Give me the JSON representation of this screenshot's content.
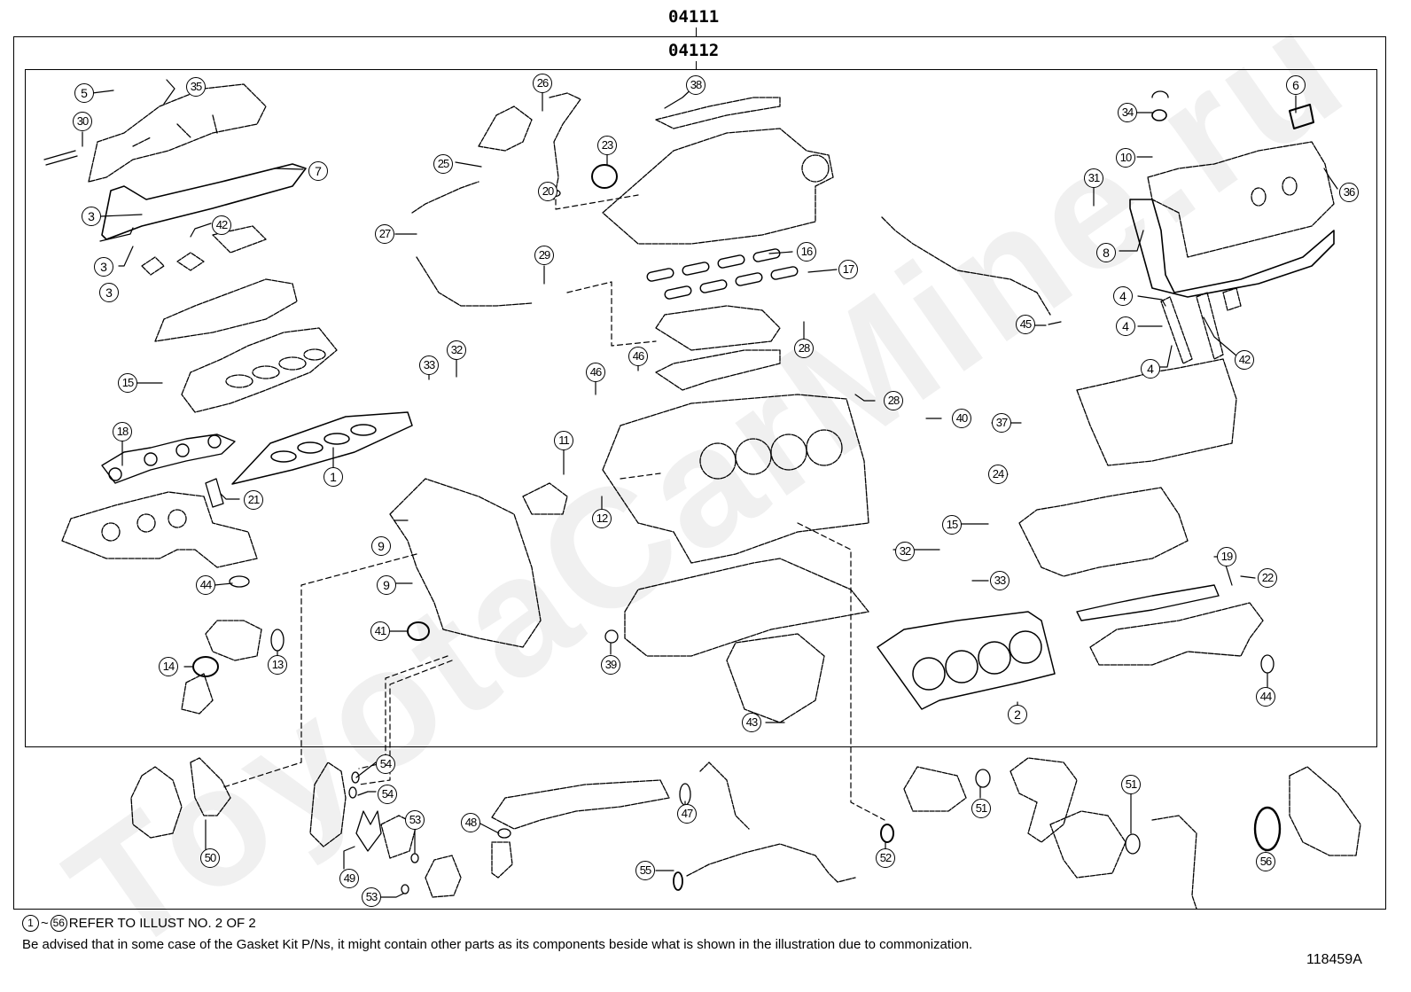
{
  "header": {
    "outer_part_code": "04111",
    "inner_part_code": "04112"
  },
  "watermark": "ToyotaCarMine.ru",
  "callouts": {
    "c1": "1",
    "c2": "2",
    "c3a": "3",
    "c3b": "3",
    "c3c": "3",
    "c4a": "4",
    "c4b": "4",
    "c4c": "4",
    "c5": "5",
    "c6": "6",
    "c7": "7",
    "c8": "8",
    "c9a": "9",
    "c9b": "9",
    "c10": "10",
    "c11": "11",
    "c12": "12",
    "c13": "13",
    "c14": "14",
    "c15a": "15",
    "c15b": "15",
    "c16": "16",
    "c17": "17",
    "c18": "18",
    "c19": "19",
    "c20": "20",
    "c21": "21",
    "c22": "22",
    "c23": "23",
    "c24": "24",
    "c25": "25",
    "c26": "26",
    "c27": "27",
    "c28a": "28",
    "c28b": "28",
    "c29": "29",
    "c30": "30",
    "c31": "31",
    "c32a": "32",
    "c32b": "32",
    "c33a": "33",
    "c33b": "33",
    "c34": "34",
    "c35": "35",
    "c36": "36",
    "c37": "37",
    "c38": "38",
    "c39": "39",
    "c40": "40",
    "c41": "41",
    "c42a": "42",
    "c42b": "42",
    "c43": "43",
    "c44a": "44",
    "c44b": "44",
    "c45": "45",
    "c46a": "46",
    "c46b": "46",
    "c47": "47",
    "c48": "48",
    "c49": "49",
    "c50": "50",
    "c51a": "51",
    "c51b": "51",
    "c52": "52",
    "c53a": "53",
    "c53b": "53",
    "c54a": "54",
    "c54b": "54",
    "c55": "55",
    "c56": "56"
  },
  "footer": {
    "range_start": "1",
    "range_sep": "~",
    "range_end": "56",
    "reference_text": "REFER TO ILLUST NO. 2 OF 2",
    "note": "Be advised that in some case of the Gasket Kit P/Ns,  it might contain other parts as its components beside what is shown in the illustration due to commonization.",
    "illustration_id": "118459A"
  }
}
